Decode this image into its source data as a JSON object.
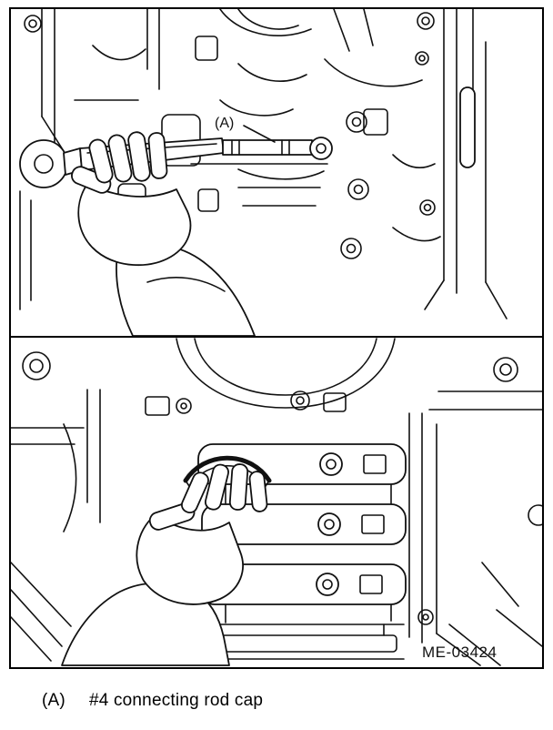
{
  "figure": {
    "panel_label": "(A)",
    "figure_code": "ME-03424",
    "caption": {
      "key": "(A)",
      "text": "#4 connecting rod cap"
    }
  }
}
